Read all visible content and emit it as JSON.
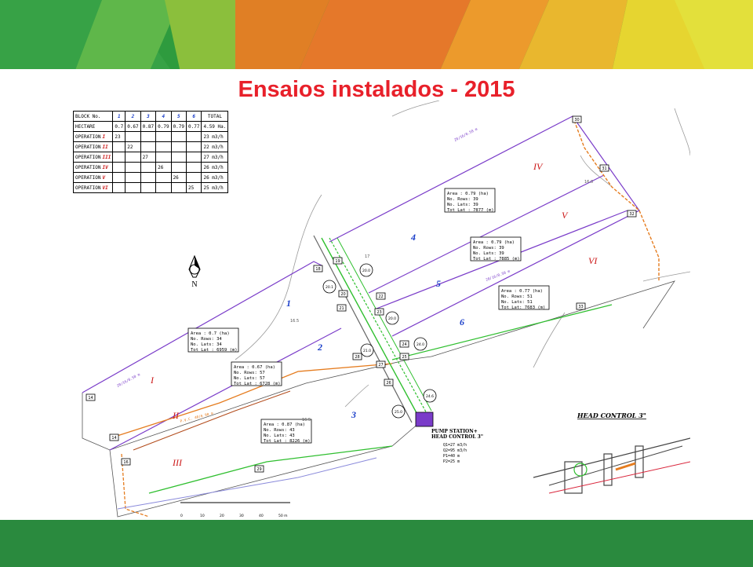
{
  "slide": {
    "title": "Ensaios instalados - 2015"
  },
  "table": {
    "header": [
      "BLOCK No.",
      "1",
      "2",
      "3",
      "4",
      "5",
      "6",
      "TOTAL"
    ],
    "hectare_row": [
      "HECTARE",
      "0.7",
      "0.67",
      "0.87",
      "0.79",
      "0.79",
      "0.77",
      "4.59 Ha."
    ],
    "operations": [
      {
        "label": "OPERATION",
        "num": "I",
        "col": 1,
        "value": "23",
        "total": "23 m3/h"
      },
      {
        "label": "OPERATION",
        "num": "II",
        "col": 2,
        "value": "22",
        "total": "22 m3/h"
      },
      {
        "label": "OPERATION",
        "num": "III",
        "col": 3,
        "value": "27",
        "total": "27 m3/h"
      },
      {
        "label": "OPERATION",
        "num": "IV",
        "col": 4,
        "value": "26",
        "total": "26 m3/h"
      },
      {
        "label": "OPERATION",
        "num": "V",
        "col": 5,
        "value": "26",
        "total": "26 m3/h"
      },
      {
        "label": "OPERATION",
        "num": "VI",
        "col": 6,
        "value": "25",
        "total": "25 m3/h"
      }
    ]
  },
  "map": {
    "north_label": "N",
    "operation_labels": [
      "I",
      "II",
      "III",
      "IV",
      "V",
      "VI"
    ],
    "block_labels": [
      "1",
      "2",
      "3",
      "4",
      "5",
      "6"
    ],
    "area_boxes": [
      [
        "Area : 0.7 (ha)",
        "No. Rows: 34",
        "No. Lats: 34",
        "Tot Lat : 6959 (m)"
      ],
      [
        "Area : 0.67 (ha)",
        "No. Rows: 57",
        "No. Lats: 57",
        "Tot Lat : 6728 (m)"
      ],
      [
        "Area : 0.87 (ha)",
        "No. Rows: 43",
        "No. Lats: 43",
        "Tot Lat : 8226 (m)"
      ],
      [
        "Area : 0.79 (ha)",
        "No. Rows: 39",
        "No. Lats: 39",
        "Tot Lat : 7877 (m)"
      ],
      [
        "Area : 0.79 (ha)",
        "No. Rows: 39",
        "No. Lats: 39",
        "Tot Lat : 7885 (m)"
      ],
      [
        "Area : 0.77 (ha)",
        "No. Rows: 51",
        "No. Lats: 51",
        "Tot Lat: 7683 (m)"
      ]
    ],
    "pump_station": [
      "PUMP STATION+",
      "HEAD CONTROL 3\""
    ],
    "pump_specs": [
      "Q1=27 m3/h",
      "Q2=95 m3/h",
      "P1=40 m",
      "P2=25 m"
    ],
    "head_control_title": "HEAD CONTROL 3\"",
    "pvc_label": "P.V.C. 40/6 90 m",
    "pipe_label": "20/16/0.50 m",
    "elevations": [
      "16.5",
      "16.5",
      "16.0",
      "17"
    ],
    "scale_ticks": [
      "0",
      "10",
      "20",
      "30",
      "40",
      "50 m"
    ],
    "valve_tags": [
      "14",
      "14",
      "16",
      "18",
      "19",
      "20",
      "21",
      "22",
      "23",
      "24",
      "25",
      "26",
      "27",
      "28",
      "29",
      "30",
      "31",
      "32",
      "33"
    ],
    "node_tags": [
      "20.0",
      "20.1",
      "20.0",
      "21.0",
      "24.0",
      "24.6",
      "25.0"
    ],
    "colors": {
      "purple": "#7a3cc9",
      "orange": "#e57c1f",
      "green": "#2fbf2f",
      "grey": "#9a9a9a"
    }
  }
}
